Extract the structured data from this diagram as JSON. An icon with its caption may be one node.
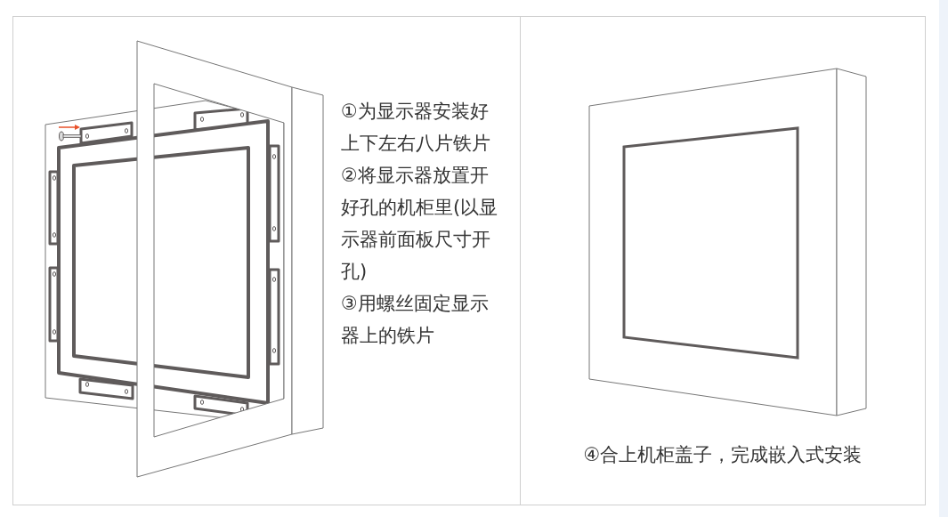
{
  "diagram": {
    "nodes": [
      {
        "text": [
          "①为显示器安装好上下左右八片铁片",
          "②将显示器放置开好孔的机柜里(以显示器前面板尺寸开孔)",
          "③用螺丝固定显示器上的铁片"
        ]
      },
      {
        "text": [
          "④合上机柜盖子，完成嵌入式安装"
        ]
      }
    ]
  }
}
